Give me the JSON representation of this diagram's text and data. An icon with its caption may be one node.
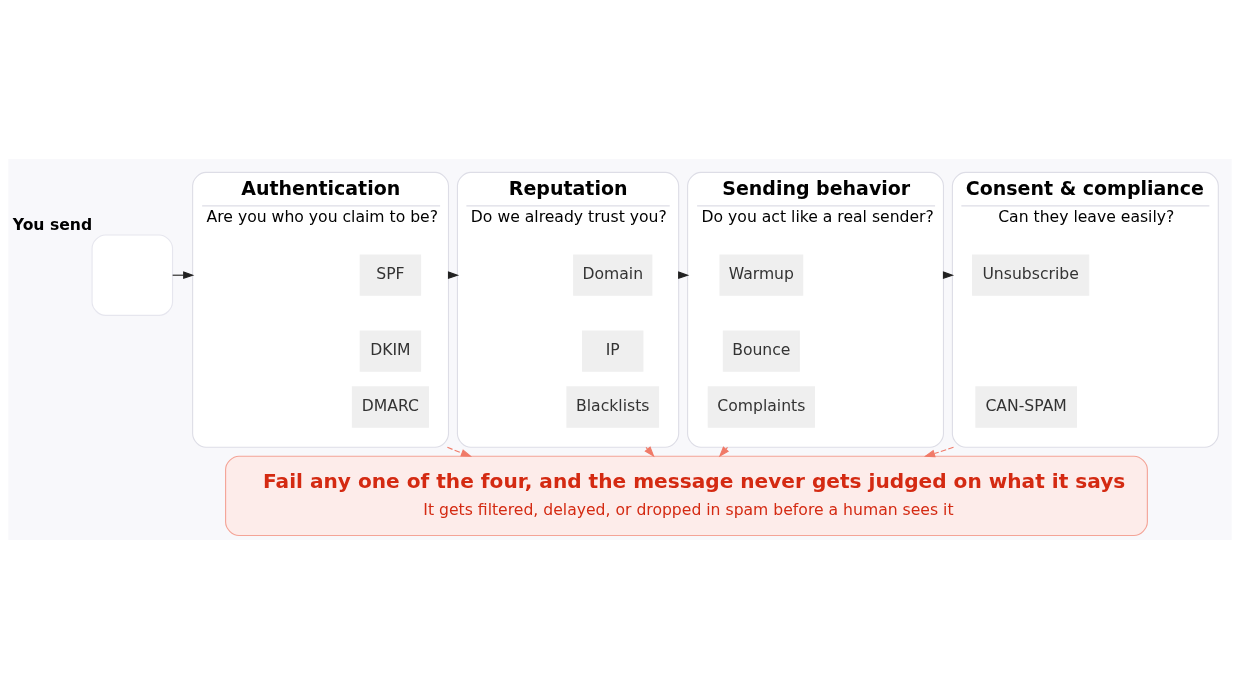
{
  "diagram": {
    "nodes": [
      {
        "text": [],
        "shape": "box",
        "beside": [
          "You send"
        ]
      },
      {
        "text": [
          "Authentication",
          "Are you who you claim to be?"
        ]
      },
      {
        "text": [
          "SPF"
        ],
        "in": 1
      },
      {
        "text": [
          "DKIM"
        ],
        "in": 1
      },
      {
        "text": [
          "DMARC"
        ],
        "in": 1
      },
      {
        "text": [
          "Reputation",
          "Do we already trust you?"
        ]
      },
      {
        "text": [
          "Domain"
        ],
        "in": 5
      },
      {
        "text": [
          "IP"
        ],
        "in": 5
      },
      {
        "text": [
          "Blacklists"
        ],
        "in": 5
      },
      {
        "text": [
          "Sending behavior",
          "Do you act like a real sender?"
        ]
      },
      {
        "text": [
          "Warmup"
        ],
        "in": 9
      },
      {
        "text": [
          "Bounce"
        ],
        "in": 9
      },
      {
        "text": [
          "Complaints"
        ],
        "in": 9
      },
      {
        "text": [
          "Consent & compliance",
          "Can they leave easily?"
        ]
      },
      {
        "text": [
          "Unsubscribe"
        ],
        "in": 13
      },
      {
        "text": [
          "CAN-SPAM"
        ],
        "in": 13
      },
      {
        "text": [
          "Fail any one of the four, and the message never gets judged on what it says",
          "It gets filtered, delayed, or dropped in spam before a human sees it"
        ]
      }
    ],
    "edges": [
      {
        "from": 0,
        "to": 1,
        "arrow": "to"
      },
      {
        "from": 1,
        "to": 5,
        "arrow": "to"
      },
      {
        "from": 5,
        "to": 9,
        "arrow": "to"
      },
      {
        "from": 9,
        "to": 13,
        "arrow": "to"
      },
      {
        "from": 1,
        "to": 16,
        "arrow": "to",
        "style": "dashed",
        "color": "#f07a68"
      },
      {
        "from": 5,
        "to": 16,
        "arrow": "to",
        "style": "dashed",
        "color": "#f07a68"
      },
      {
        "from": 9,
        "to": 16,
        "arrow": "to",
        "style": "dashed",
        "color": "#f07a68"
      },
      {
        "from": 13,
        "to": 16,
        "arrow": "to",
        "style": "dashed",
        "color": "#f07a68"
      }
    ]
  }
}
